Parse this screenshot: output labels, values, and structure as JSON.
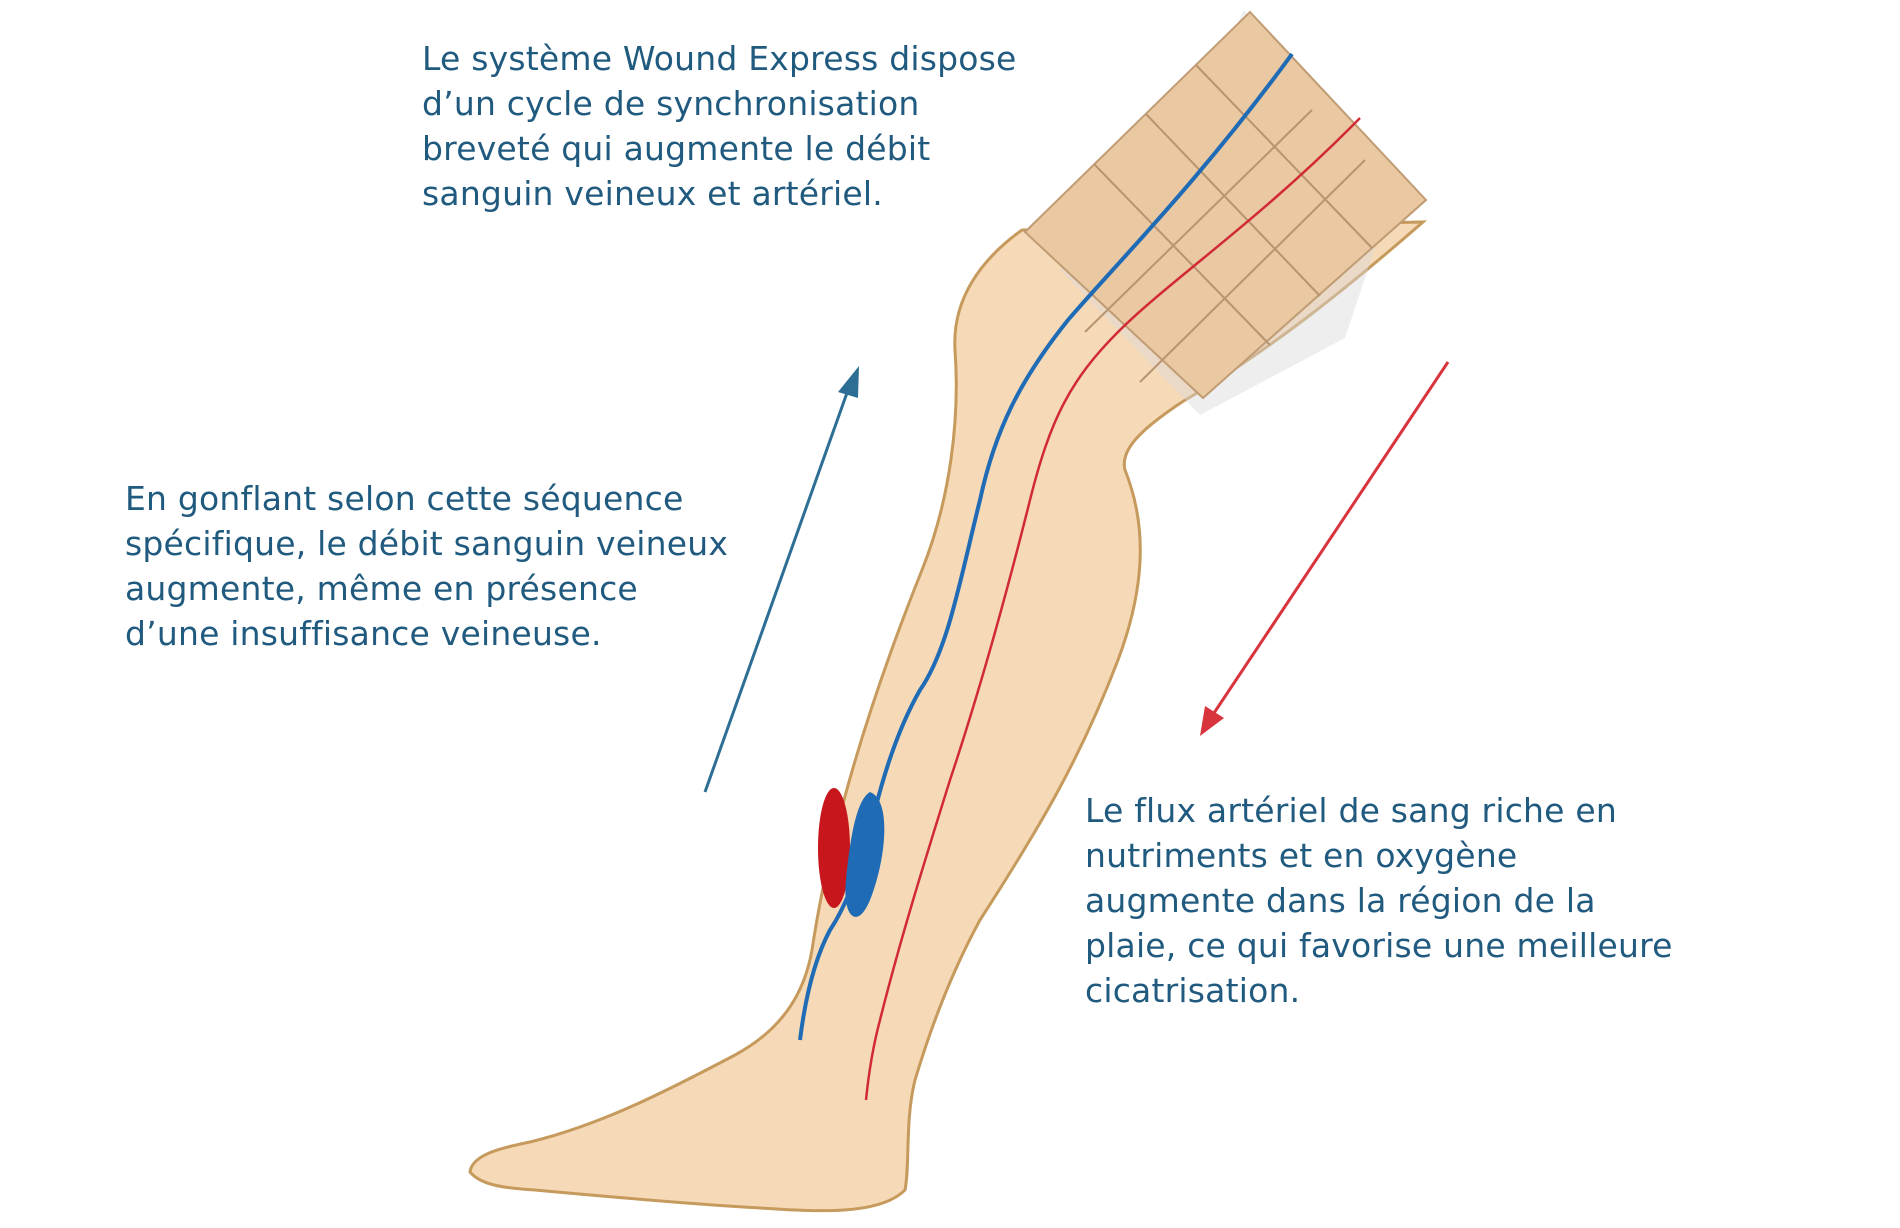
{
  "captions": {
    "top": [
      "Le système Wound Express dispose",
      "d’un cycle de synchronisation",
      "breveté qui augmente le débit",
      "sanguin veineux et artériel."
    ],
    "left": [
      "En gonflant selon cette séquence",
      "spécifique, le débit sanguin veineux",
      "augmente, même en présence",
      "d’une insuffisance veineuse."
    ],
    "right": [
      "Le flux artériel de sang riche en",
      "nutriments et en oxygène",
      "augmente dans la région de la",
      "plaie, ce qui favorise une meilleure",
      "cicatrisation."
    ]
  },
  "colors": {
    "text": "#215a7f",
    "skin": "#f6d9b6",
    "skin_outline": "#c59a5c",
    "vein": "#1f6bb5",
    "artery": "#d12a36",
    "wound": "#c8161d",
    "venous_arrow": "#2d6f94",
    "arterial_arrow": "#d8343e",
    "cuff": "#e6c39a"
  },
  "icons": {
    "leg": "leg-illustration",
    "cuff": "compression-cuff",
    "venous_arrow": "arrow-up-icon",
    "arterial_arrow": "arrow-down-icon"
  }
}
